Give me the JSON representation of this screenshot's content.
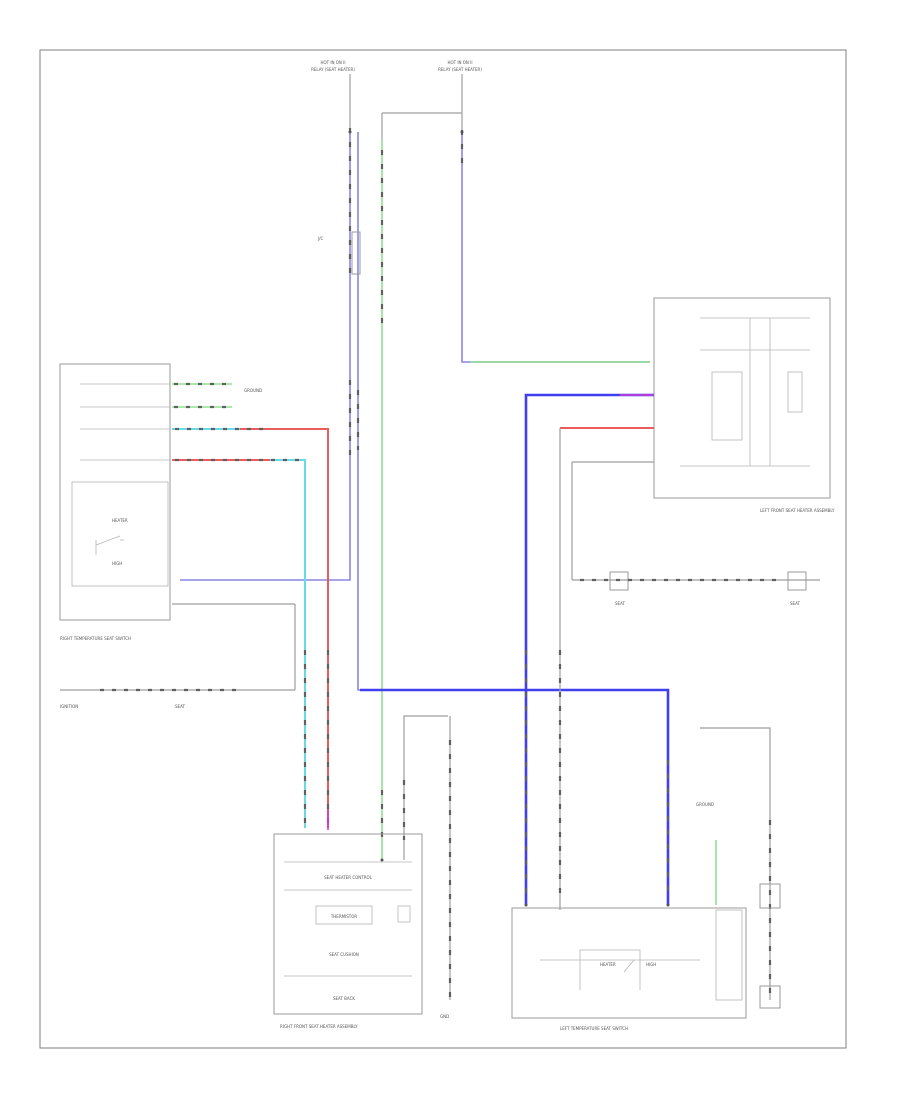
{
  "page": {
    "background": "#ffffff",
    "corner_code": ""
  },
  "colors": {
    "frame": "#7f7f7f",
    "violet_wire": "#8a86e6",
    "green_wire": "#8fe08f",
    "red_wire": "#ea5b5b",
    "cyan_wire": "#66dbe6",
    "blue_wire": "#3f3ff0",
    "magenta_wire": "#d63bd6",
    "gray_wire": "#9e9e9e"
  },
  "labels": {
    "top_fuse_left": "HOT IN ON II",
    "top_fuse_left_sub": "RELAY (SEAT HEATER)",
    "top_fuse_right": "HOT IN ON II",
    "top_fuse_right_sub": "RELAY (SEAT HEATER)",
    "top_note_right": "",
    "right_heater_switch": "RIGHT TEMPERATURE SEAT SWITCH",
    "left_heater_switch": "LEFT TEMPERATURE SEAT SWITCH",
    "right_front_heater": "RIGHT FRONT SEAT HEATER ASSEMBLY",
    "left_front_heater": "LEFT FRONT SEAT HEATER ASSEMBLY",
    "seat_heater_control": "SEAT HEATER CONTROL",
    "thermistor": "THERMISTOR",
    "seat_cushion": "SEAT CUSHION",
    "seat_back": "SEAT BACK",
    "switch_label_left": "",
    "switch_label_right": "",
    "illumination": "",
    "ground": ""
  }
}
